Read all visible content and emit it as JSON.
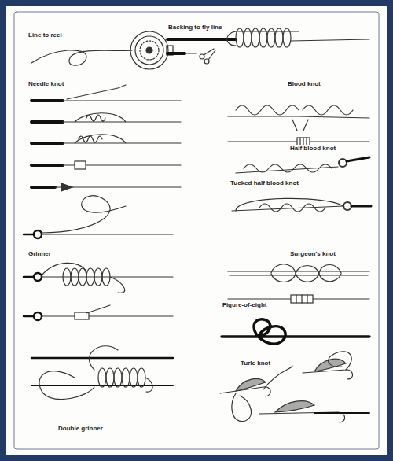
{
  "diagram": {
    "labels": [
      "Line to reel",
      "Backing to fly line",
      "Needle knot",
      "Blood knot",
      "Half blood knot",
      "Tucked half blood knot",
      "Grinner",
      "Surgeon's knot",
      "Figure-of-eight",
      "Turle knot",
      "Double grinner"
    ]
  }
}
